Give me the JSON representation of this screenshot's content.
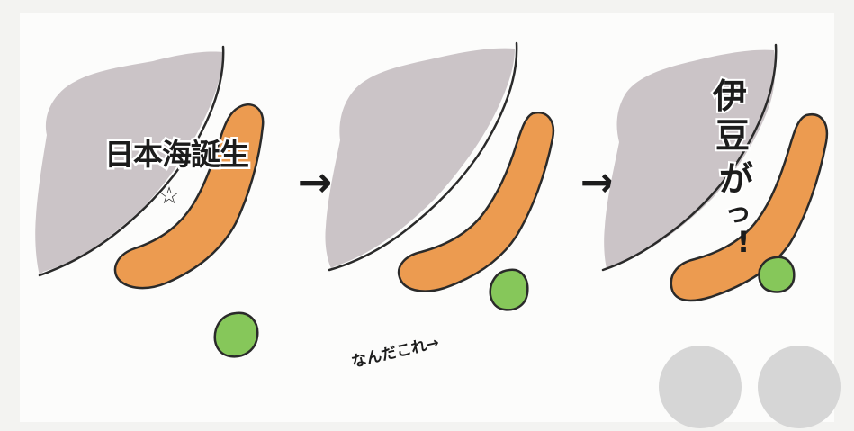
{
  "panel1": {
    "caption": "日本海誕生",
    "star": "☆"
  },
  "panel2": {
    "caption": "なんだこれ→"
  },
  "panel3": {
    "caption_chars": [
      "伊",
      "豆",
      "が",
      "っ",
      "!"
    ]
  },
  "arrow_glyph": "→",
  "colors": {
    "background": "#f3f3f1",
    "paper": "#fcfcfb",
    "continent": "#cbc4c7",
    "japan": "#ec9b50",
    "izu": "#86c75a",
    "outline": "#2a2a2a",
    "decor_circle": "#d6d6d6"
  },
  "icons": {
    "arrow": "right-arrow-icon",
    "decor": "gray-circle-icon"
  }
}
